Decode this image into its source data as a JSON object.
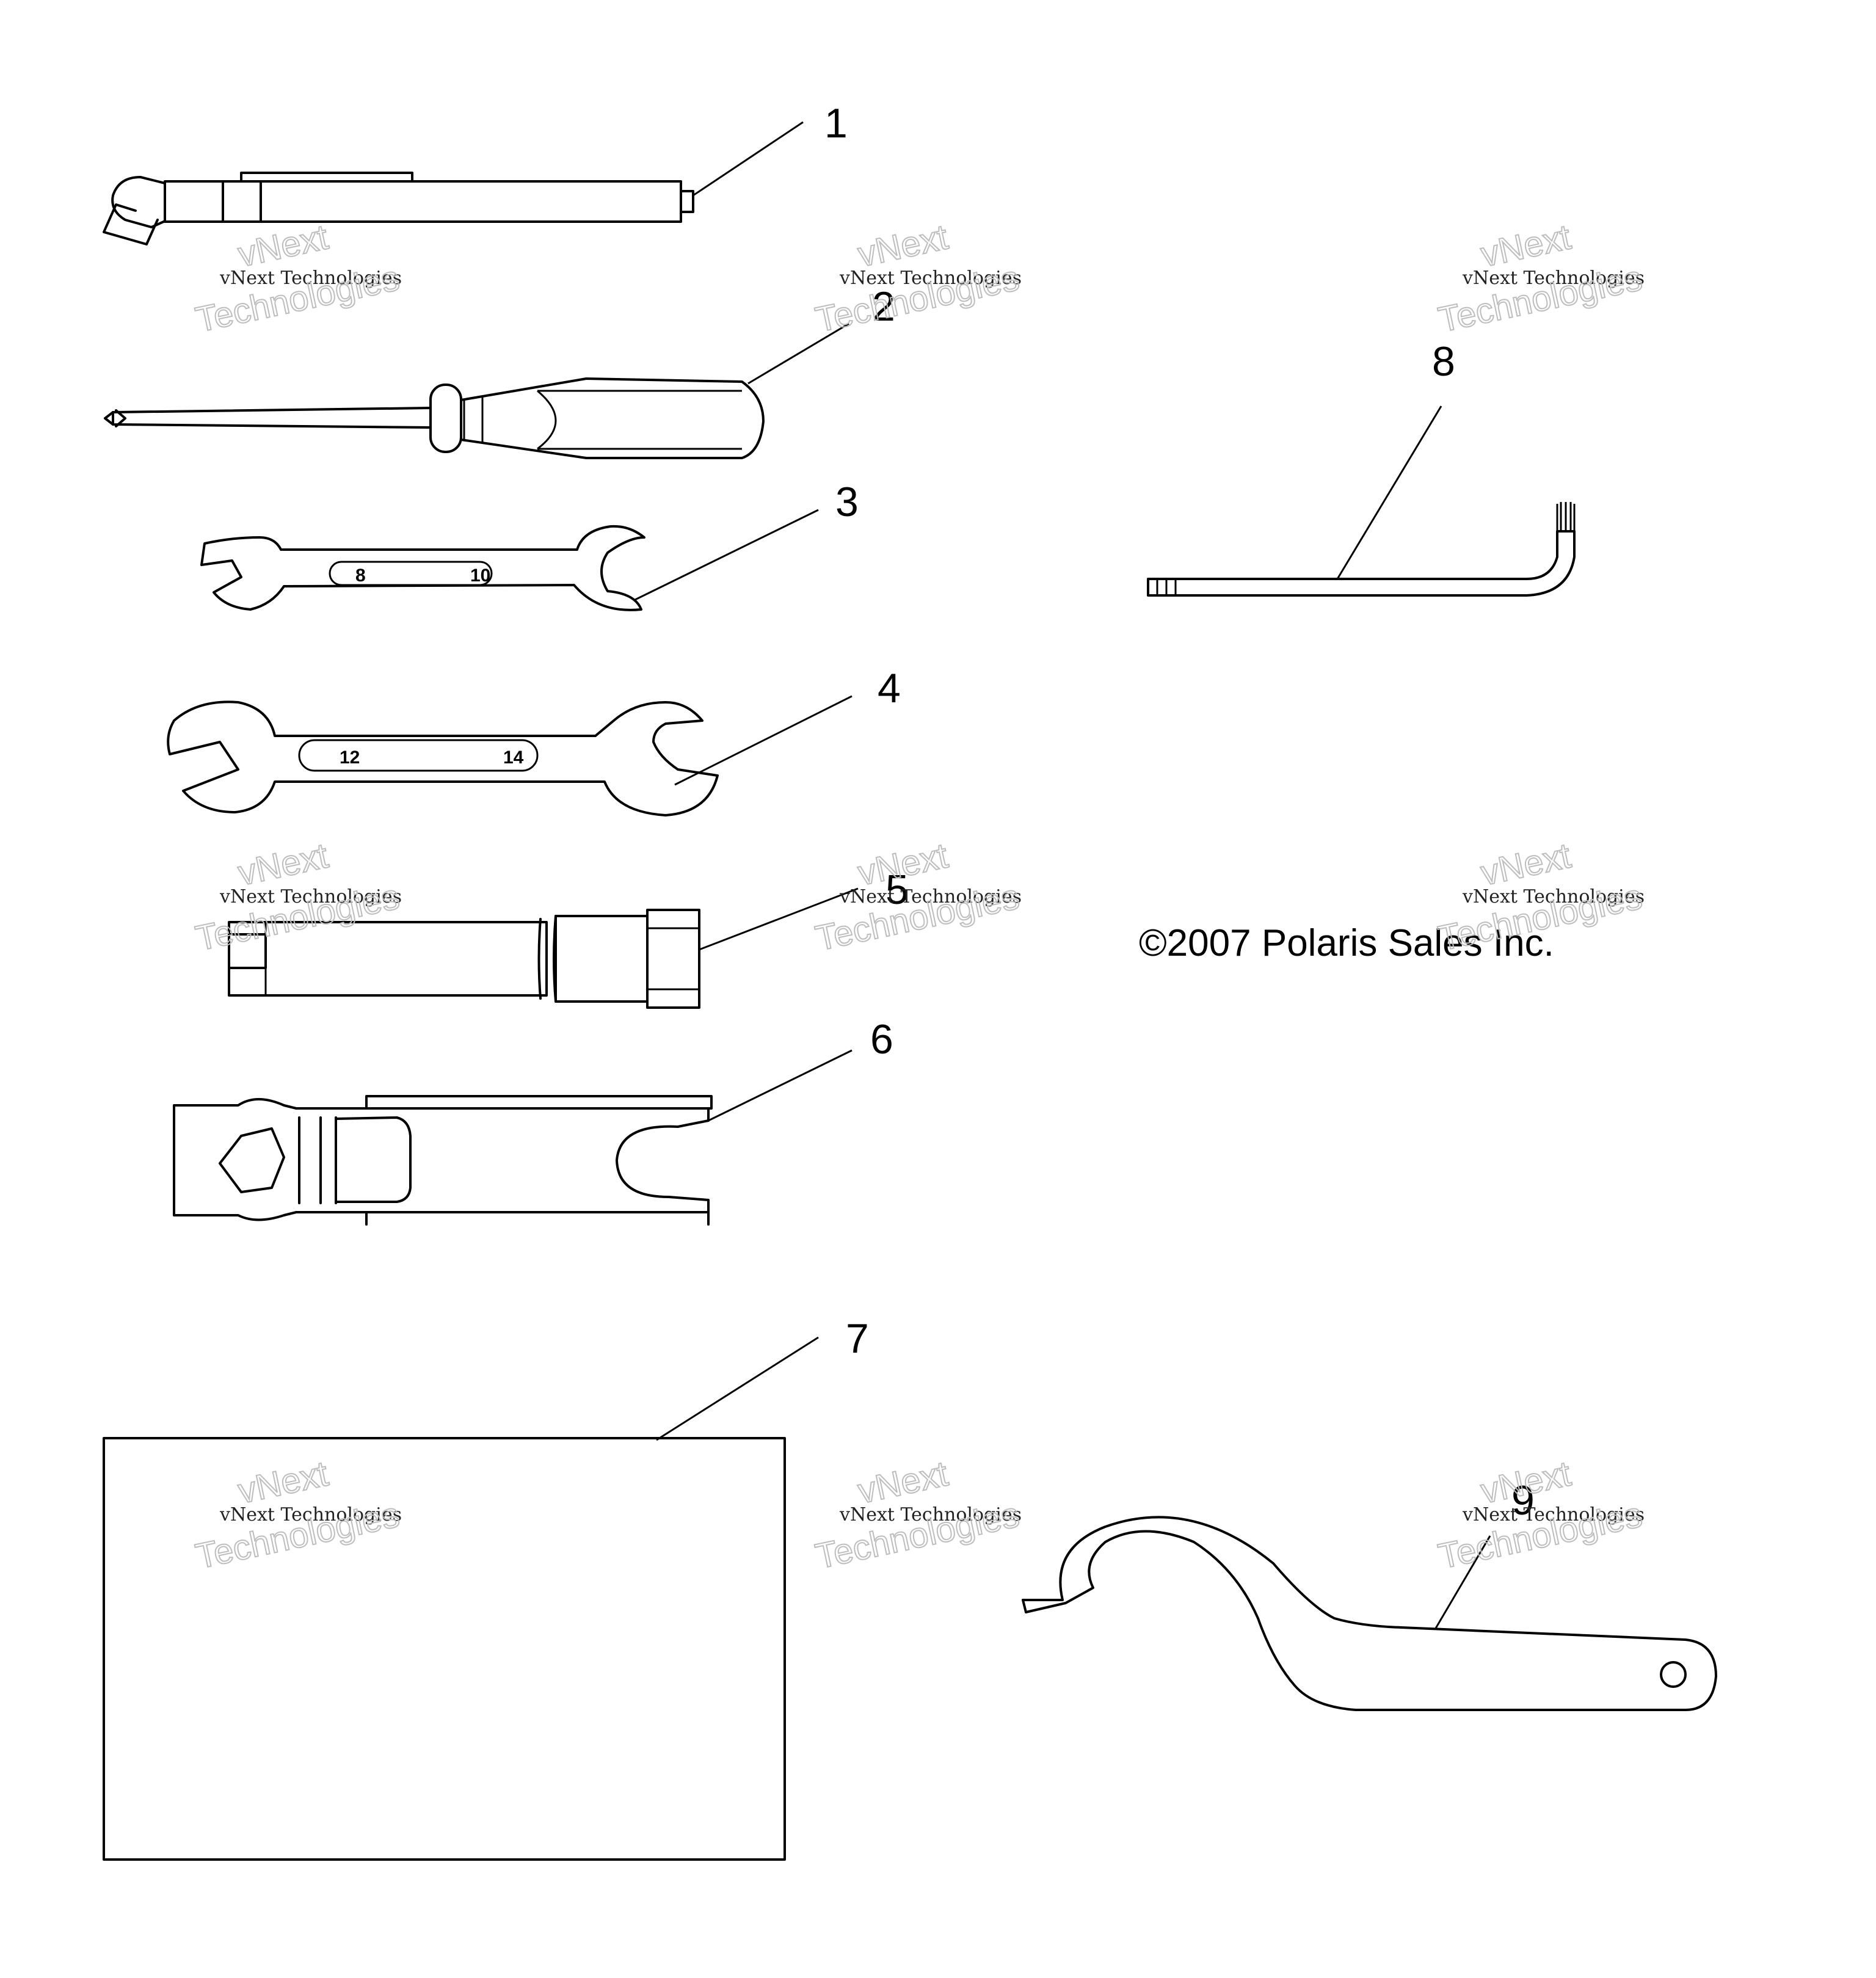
{
  "callouts": [
    "1",
    "2",
    "3",
    "4",
    "5",
    "6",
    "7",
    "8",
    "9"
  ],
  "wrench_3_sizes": [
    "8",
    "10"
  ],
  "wrench_4_sizes": [
    "12",
    "14"
  ],
  "copyright": "©2007 Polaris Sales Inc.",
  "watermark": {
    "line1": "vNext Technologies",
    "line2": "vNext",
    "line3": "Technologies"
  }
}
